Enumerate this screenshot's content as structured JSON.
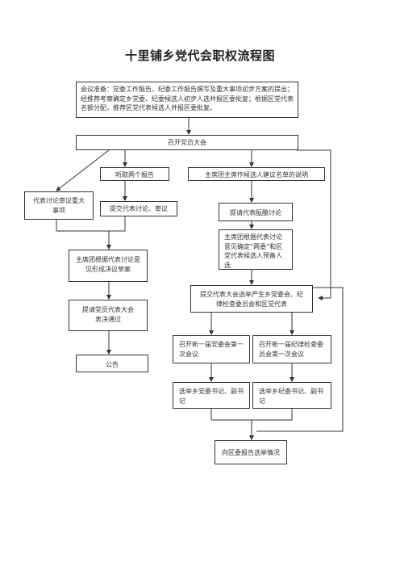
{
  "title": "十里铺乡党代会职权流程图",
  "boxes": {
    "prep": "会议准备：党委工作报告、纪委工作报告撰写及重大事项初步方案的提出；经推荐考察确定乡党委、纪委候选人初步人选并报区委批复；根据区党代表名额分配，推荐区党代表候选人并报区委批复。",
    "general_meeting": "召开党员大会",
    "listen_reports": "听取两个报告",
    "presidium_explain": "主席团主席作候选人建议名单的说明",
    "rep_discuss": "代表讨论审议重大事项",
    "submit_review": "提交代表讨论、审议",
    "deliberate": "提请代表酝酿讨论",
    "presidium_draft": "主席团根据代表讨论意见形成决议草案",
    "presidium_confirm": "主席团根据代表讨论意见确定“两委”和区党代表候选人预备人选",
    "submit_election": "提交代表大会选举产生乡党委会、纪律检查委员会和区党代表",
    "pass_resolution": "提请党员代表大会表决通过",
    "party_first_meeting": "召开新一届党委会第一次会议",
    "discipline_first_meeting": "召开新一届纪律检查委员会第一次会议",
    "announce": "公告",
    "elect_party_sec": "选举乡党委书记、副书记",
    "elect_discipline_sec": "选举乡纪委书记、副书记",
    "report_district": "向区委报告选举情况"
  }
}
